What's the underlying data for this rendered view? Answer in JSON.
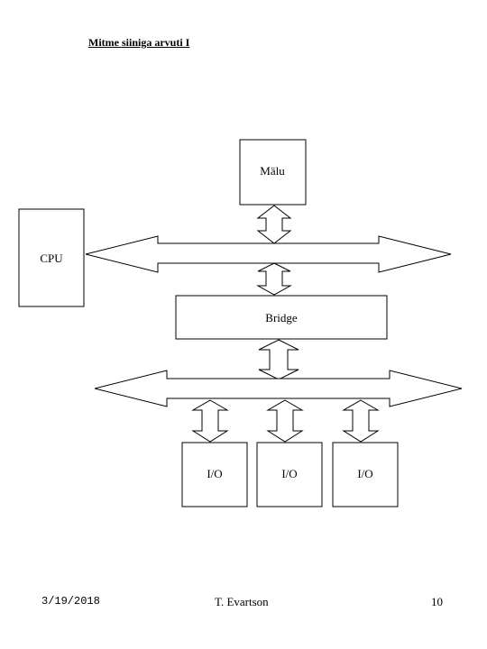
{
  "slide": {
    "title": "Mitme siiniga arvuti I"
  },
  "diagram": {
    "memory_label": "Mälu",
    "cpu_label": "CPU",
    "bridge_label": "Bridge",
    "io_labels": [
      "I/O",
      "I/O",
      "I/O"
    ]
  },
  "footer": {
    "date": "3/19/2018",
    "author": "T. Evartson",
    "page": "10"
  }
}
